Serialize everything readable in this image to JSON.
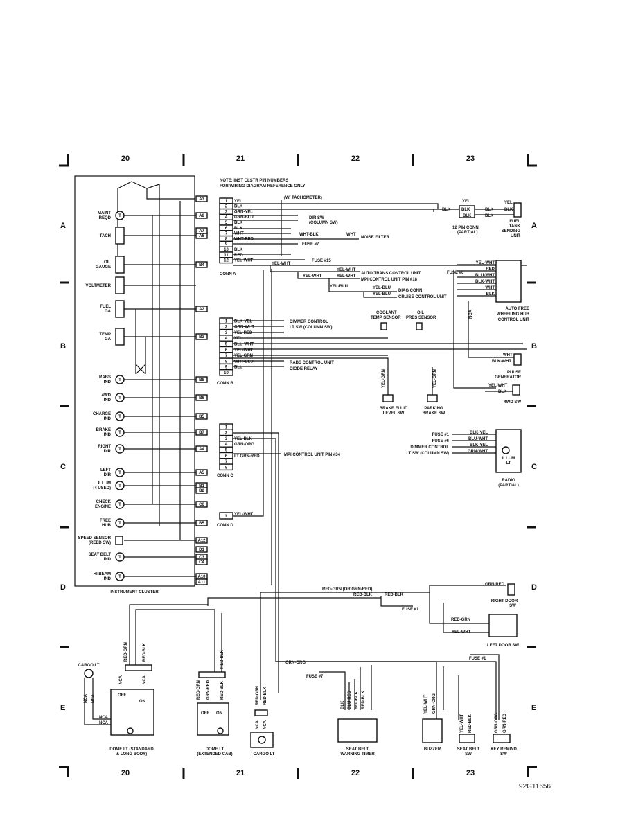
{
  "grid": {
    "columns": [
      "20",
      "21",
      "22",
      "23"
    ],
    "rows": [
      "A",
      "B",
      "C",
      "D",
      "E"
    ]
  },
  "note": {
    "line1": "NOTE: INST CLSTR PIN NUMBERS",
    "line2": "FOR WIRING DIAGRAM REFERENCE ONLY"
  },
  "cluster": {
    "title": "INSTRUMENT CLUSTER",
    "items": [
      {
        "label": "MAINT",
        "label2": "REQD",
        "pin": "A8"
      },
      {
        "label": "TACH",
        "label2": "",
        "pin": "A6"
      },
      {
        "label": "OIL",
        "label2": "GAUGE",
        "pin": "B4"
      },
      {
        "label": "VOLTMETER",
        "label2": "",
        "pin": ""
      },
      {
        "label": "FUEL",
        "label2": "GA",
        "pin": "A2"
      },
      {
        "label": "TEMP",
        "label2": "GA",
        "pin": "B3"
      },
      {
        "label": "RABS",
        "label2": "IND",
        "pin": "B8"
      },
      {
        "label": "4WD",
        "label2": "IND",
        "pin": "B6"
      },
      {
        "label": "CHARGE",
        "label2": "IND",
        "pin": "B5"
      },
      {
        "label": "BRAKE",
        "label2": "IND",
        "pin": "B7"
      },
      {
        "label": "RIGHT",
        "label2": "DIR",
        "pin": "A4"
      },
      {
        "label": "LEFT",
        "label2": "DIR",
        "pin": "A5"
      },
      {
        "label": "ILLUM",
        "label2": "(4 USED)",
        "pin": "B1"
      },
      {
        "label": "CHECK",
        "label2": "ENGINE",
        "pin": "C6"
      },
      {
        "label": "FREE",
        "label2": "HUB",
        "pin": "B5"
      },
      {
        "label": "SPEED SENSOR",
        "label2": "(REED SW)",
        "pin": "A12"
      },
      {
        "label": "SEAT BELT",
        "label2": "IND",
        "pin": "C3"
      },
      {
        "label": "HI BEAM",
        "label2": "IND",
        "pin": "A10"
      }
    ],
    "extra_pins": [
      "A3",
      "A7",
      "B2",
      "D1",
      "C4",
      "A11"
    ],
    "ground_label": "T"
  },
  "conn_a": {
    "name": "CONN A",
    "pins": [
      "1",
      "2",
      "3",
      "4",
      "5",
      "6",
      "7",
      "8",
      "9",
      "10",
      "11",
      "12"
    ],
    "wires": [
      "YEL",
      "BLK",
      "GRN-YEL",
      "GRN-BLU",
      "BLK",
      "BLK",
      "WHT",
      "WHT-RED",
      "",
      "BLK",
      "RED",
      "YEL-WHT"
    ],
    "tach": "(W/ TACHOMETER)",
    "dir_sw": "DIR SW",
    "dir_sw2": "(COLUMN SW)",
    "wht_blk": "WHT-BLK",
    "wht": "WHT",
    "noise_filter": "NOISE FILTER",
    "fuse7": "FUSE #7",
    "fuse15": "FUSE #15",
    "yel_wht": "YEL-WHT",
    "auto_trans": "AUTO TRANS CONTROL UNIT",
    "mpi_18": "MPI CONTROL UNIT PIN #18",
    "yel_blu": "YEL-BLU",
    "diag": "DIAG CONN",
    "cruise": "CRUISE CONTROL UNIT"
  },
  "conn_b": {
    "name": "CONN B",
    "pins": [
      "1",
      "2",
      "3",
      "4",
      "5",
      "6",
      "7",
      "8",
      "9",
      "10"
    ],
    "wires": [
      "BLK-YEL",
      "GRN-WHT",
      "YEL-RED",
      "YEL",
      "BLU-WHT",
      "YEL-WHT",
      "YEL-GRN",
      "WHT-BLU",
      "BLU",
      ""
    ],
    "dimmer": "DIMMER CONTROL",
    "lt_sw": "LT SW (COLUMN SW)",
    "rabs": "RABS CONTROL UNIT",
    "diode": "DIODE RELAY"
  },
  "conn_c": {
    "name": "CONN C",
    "pins": [
      "1",
      "2",
      "3",
      "4",
      "5",
      "6",
      "7",
      "8"
    ],
    "wires": [
      "",
      "",
      "YEL-BLK",
      "GRN-ORG",
      "",
      "LT GRN-RED",
      "",
      ""
    ],
    "mpi_34": "MPI CONTROL UNIT PIN #34"
  },
  "conn_d": {
    "name": "CONN D",
    "pin": "1",
    "wire": "YEL-WHT"
  },
  "right_side": {
    "fuel_tank": "FUEL",
    "fuel_tank2": "TANK",
    "fuel_tank3": "SENDING",
    "fuel_tank4": "UNIT",
    "pin12": "12 PIN CONN",
    "pin12b": "(PARTIAL)",
    "yel": "YEL",
    "blk": "BLK",
    "fuse6": "FUSE #6",
    "afwh_wires": [
      "YEL-WHT",
      "RED",
      "BLU-WHT",
      "BLK-WHT",
      "WHT",
      "BLK"
    ],
    "afwh": "AUTO FREE",
    "afwh2": "WHEELING HUB",
    "afwh3": "CONTROL UNIT",
    "nca": "NCA",
    "coolant": "COOLANT",
    "coolant2": "TEMP SENSOR",
    "oil": "OIL",
    "oil2": "PRES SENSOR",
    "pulse": "PULSE",
    "pulse2": "GENERATOR",
    "wht": "WHT",
    "blk_wht": "BLK-WHT",
    "fourwd": "4WD SW",
    "yel_grn": "YEL-GRN",
    "brake_fluid": "BRAKE FLUID",
    "brake_fluid2": "LEVEL SW",
    "parking": "PARKING",
    "parking2": "BRAKE SW",
    "radio_fuses": [
      "FUSE #1",
      "FUSE #6",
      "DIMMER CONTROL",
      "LT SW (COLUMN SW)"
    ],
    "radio_wires": [
      "BLK-YEL",
      "BLU-WHT",
      "BLK-YEL",
      "GRN-WHT"
    ],
    "illum": "ILLUM",
    "illum2": "LT",
    "radio": "RADIO",
    "radio2": "(PARTIAL)"
  },
  "bottom": {
    "red_grn_or": "RED-GRN (OR GRN-RED)",
    "grn_red": "GRN-RED",
    "red_blk": "RED-BLK",
    "fuse1": "FUSE #1",
    "right_door": "RIGHT DOOR",
    "right_door2": "SW",
    "red_grn": "RED-GRN",
    "yel_wht": "YEL-WHT",
    "left_door": "LEFT DOOR SW",
    "grn_org": "GRN-ORG",
    "fuse7": "FUSE #7",
    "cargo_lt": "CARGO LT",
    "nca": "NCA",
    "off": "OFF",
    "on": "ON",
    "dome_std": "DOME LT (STANDARD",
    "dome_std2": "& LONG BODY)",
    "dome_ext": "DOME LT",
    "dome_ext2": "(EXTENDED CAB)",
    "seat_timer": "SEAT BELT",
    "seat_timer2": "WARNING TIMER",
    "buzzer": "BUZZER",
    "seat_sw": "SEAT BELT",
    "seat_sw2": "SW",
    "key": "KEY REMIND",
    "key2": "SW",
    "timer_wires": [
      "BLK",
      "BLU-RED",
      "YEL-BLK",
      "RED-BLK"
    ],
    "buzzer_wires": [
      "YEL-WHT",
      "GRN-ORG"
    ],
    "seat_wires": [
      "YEL-WHT",
      "RED-BLK"
    ],
    "key_wires": [
      "GRN-ORG",
      "GRN-RED"
    ],
    "dome_wires": [
      "RED-GRN",
      "RED-BLK"
    ],
    "ext_wires": [
      "RED-GRN",
      "GRN-RED",
      "RED-BLK"
    ],
    "cargo_wires": [
      "RED-GRN",
      "RED-BLK"
    ]
  },
  "figure_id": "92G11656"
}
